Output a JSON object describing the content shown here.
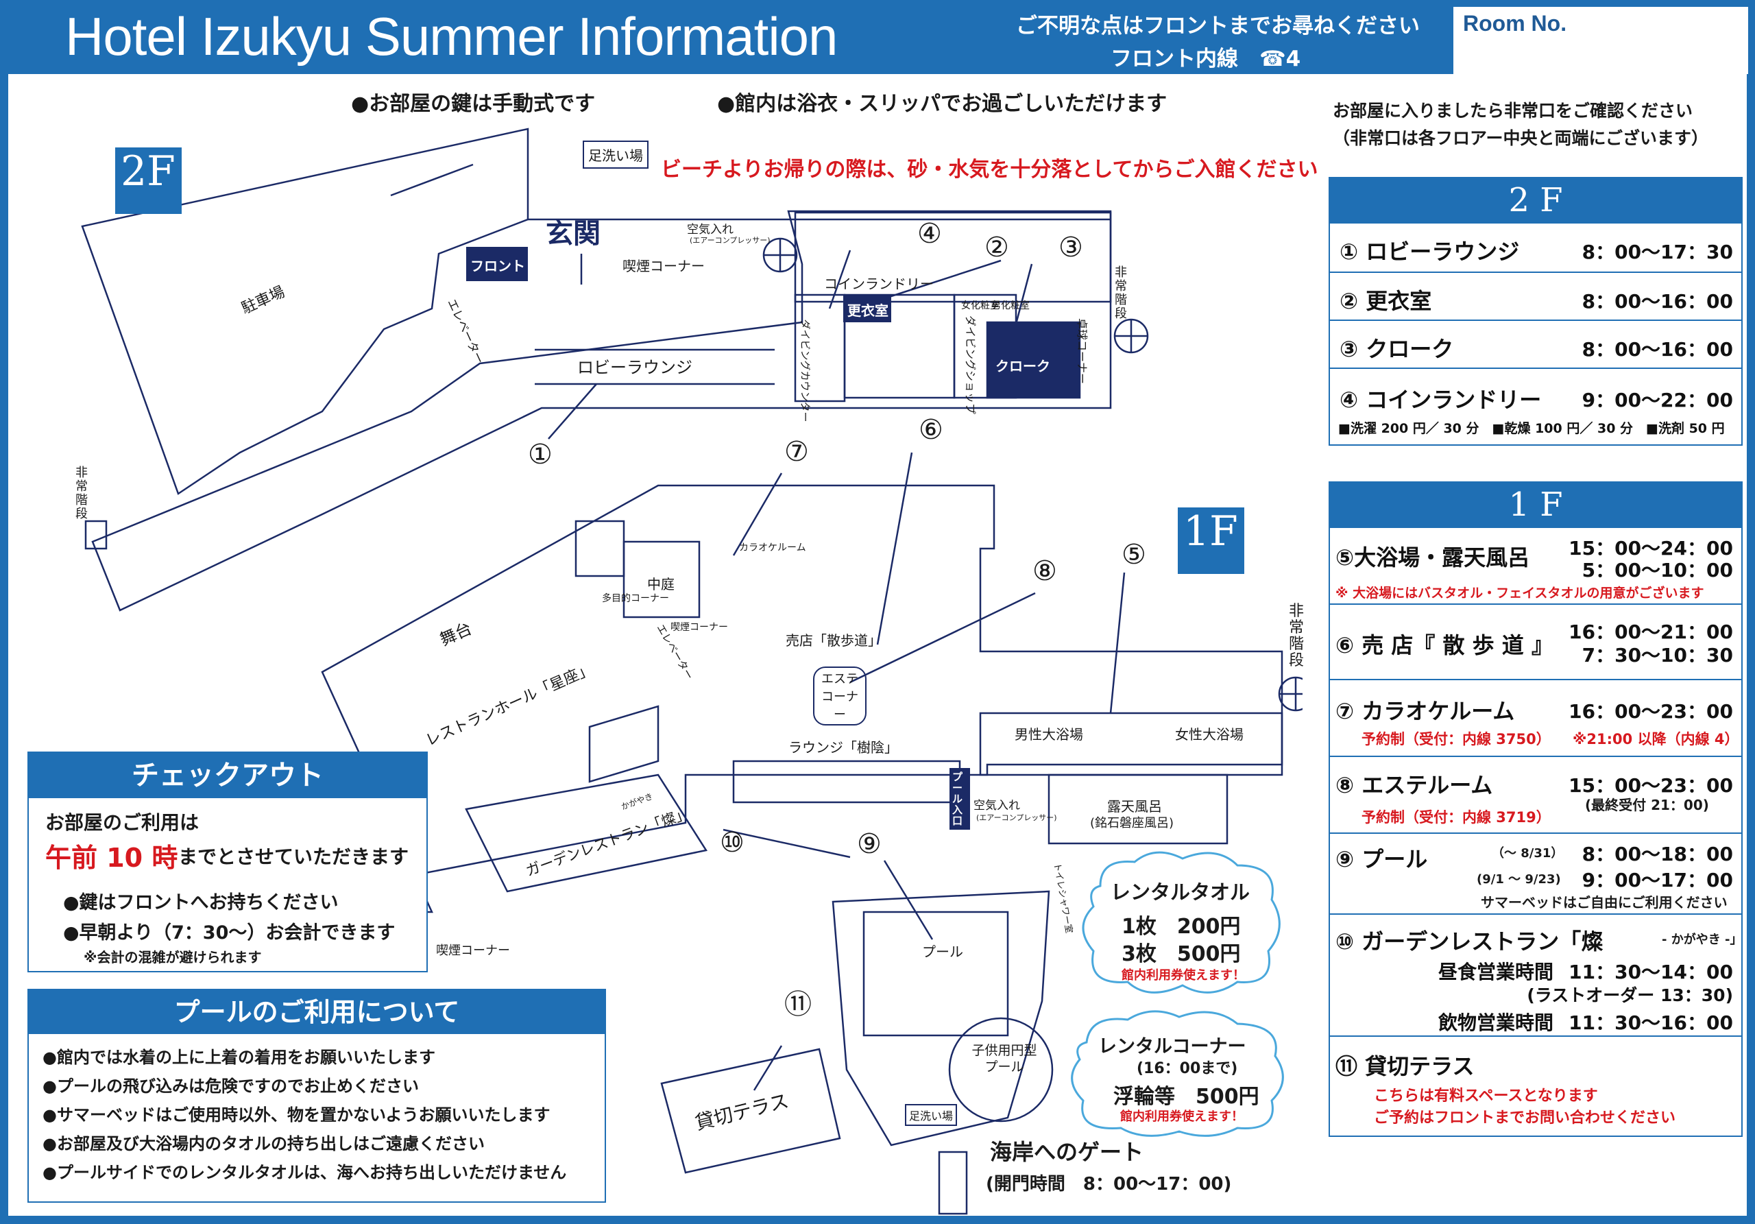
{
  "header": {
    "title": "Hotel Izukyu Summer Information",
    "inquiry_line1": "ご不明な点はフロントまでお尋ねください",
    "inquiry_line2": "フロント内線　☎4",
    "room_no_label": "Room No."
  },
  "notices": {
    "key": "●お部屋の鍵は手動式です",
    "yukata": "●館内は浴衣・スリッパでお過ごしいただけます",
    "beach": "ビーチよりお帰りの際は、砂・水気を十分落としてからご入館ください",
    "exit_line1": "お部屋に入りましたら非常口をご確認ください",
    "exit_line2": "（非常口は各フロアー中央と両端にございます）"
  },
  "map": {
    "floor_2f": "2F",
    "floor_1f": "1F",
    "labels": {
      "footwash_top": "足洗い場",
      "entrance": "玄関",
      "front": "フロント",
      "air": "空気入れ",
      "air_sub": "(エアーコンプレッサー)",
      "smoking": "喫煙コーナー",
      "emergency_stairs": "非常階段",
      "coin_laundry": "コインランドリー",
      "changing_room": "更衣室",
      "women_toilet": "女化粧室",
      "men_toilet": "男化粧室",
      "parking": "駐車場",
      "elevator": "エレベーター",
      "lobby_lounge": "ロビーラウンジ",
      "dining_counter": "ダイビングカウンター",
      "diving_shop": "ダイビングショップ",
      "cloak": "クローク",
      "pingpong": "卓球コーナー",
      "karaoke_room": "カラオケルーム",
      "courtyard": "中庭",
      "multipurpose": "多目的コーナー",
      "smoking_1f": "喫煙コーナー",
      "stage": "舞台",
      "restaurant_hall": "レストランホール「星座」",
      "shop_sanpomichi": "売店「散歩道」",
      "esthe_corner": "エステコーナー",
      "lounge_jyuin": "ラウンジ「樹陰」",
      "pool_entrance": "プール入口",
      "mens_bath": "男性大浴場",
      "womens_bath": "女性大浴場",
      "rotenburo": "露天風呂",
      "rotenburo_sub": "(銘石磐座風呂)",
      "garden_restaurant": "ガーデンレストラン「燦」",
      "kagayaki": "かがやき",
      "pool": "プール",
      "toilet_shower": "トイレシャワー室",
      "kids_pool": "子供用円型プール",
      "footwash_bottom": "足洗い場",
      "rental_terrace": "貸切テラス",
      "smoking_bottom": "喫煙コーナー",
      "gate_title": "海岸へのゲート",
      "gate_hours": "(開門時間　8：00～17：00)"
    },
    "markers": [
      "①",
      "②",
      "③",
      "④",
      "⑤",
      "⑥",
      "⑦",
      "⑧",
      "⑨",
      "⑩",
      "⑪"
    ]
  },
  "rental_towel": {
    "title": "レンタルタオル",
    "line1": "1枚　200円",
    "line2": "3枚　500円",
    "note": "館内利用券使えます！"
  },
  "rental_corner": {
    "title": "レンタルコーナー",
    "sub": "(16：00まで)",
    "line1": "浮輪等　500円",
    "note": "館内利用券使えます！"
  },
  "checkout": {
    "heading": "チェックアウト",
    "line1": "お部屋のご利用は",
    "time": "午前 10 時",
    "line2": "までとさせていただきます",
    "bullet1": "●鍵はフロントへお持ちください",
    "bullet2": "●早朝より（7：30～）お会計できます",
    "note": "※会計の混雑が避けられます"
  },
  "pool_rules": {
    "heading": "プールのご利用について",
    "items": [
      "●館内では水着の上に上着の着用をお願いいたします",
      "●プールの飛び込みは危険ですのでお止めください",
      "●サマーベッドはご使用時以外、物を置かないようお願いいたします",
      "●お部屋及び大浴場内のタオルの持ち出しはご遠慮ください",
      "●プールサイドでのレンタルタオルは、海へお持ち出しいただけません"
    ]
  },
  "hours_2f": {
    "heading": "2 F",
    "items": [
      {
        "name": "① ロビーラウンジ",
        "time": "8：00～17：30"
      },
      {
        "name": "② 更衣室",
        "time": "8：00～16：00"
      },
      {
        "name": "③ クローク",
        "time": "8：00～16：00"
      },
      {
        "name": "④ コインランドリー",
        "time": "9：00～22：00"
      }
    ],
    "laundry_note": "■洗濯 200 円／ 30 分　■乾燥 100 円／ 30 分　■洗剤 50 円"
  },
  "hours_1f": {
    "heading": "1 F",
    "bath": {
      "name": "⑤大浴場・露天風呂",
      "time1": "15：00～24：00",
      "time2": "5：00～10：00",
      "note": "※ 大浴場にはバスタオル・フェイスタオルの用意がございます"
    },
    "shop": {
      "name": "⑥ 売 店『 散 歩 道 』",
      "time1": "16：00～21：00",
      "time2": "7：30～10：30"
    },
    "karaoke": {
      "name": "⑦ カラオケルーム",
      "time": "16：00～23：00",
      "note1": "予約制（受付：内線 3750）",
      "note2": "※21:00 以降（内線 4）"
    },
    "esthe": {
      "name": "⑧ エステルーム",
      "time": "15：00～23：00",
      "sub": "(最終受付 21：00)",
      "note": "予約制（受付：内線 3719）"
    },
    "pool": {
      "name": "⑨ プール",
      "period1": "（～ 8/31）",
      "time1": "8：00～18：00",
      "period2": "(9/1 ～ 9/23)",
      "time2": "9：00～17：00",
      "note": "サマーベッドはご自由にご利用ください"
    },
    "garden": {
      "name": "⑩ ガーデンレストラン「燦",
      "name_sub": "- かがやき -」",
      "lunch_label": "昼食営業時間",
      "lunch_time": "11：30～14：00",
      "last_order": "(ラストオーダー 13：30)",
      "drink_label": "飲物営業時間",
      "drink_time": "11：30～16：00"
    },
    "terrace": {
      "name": "⑪ 貸切テラス",
      "note1": "こちらは有料スペースとなります",
      "note2": "ご予約はフロントまでお問い合わせください"
    }
  },
  "colors": {
    "brand_blue": "#1f6fb4",
    "navy": "#1b2a66",
    "red": "#d7191f"
  }
}
